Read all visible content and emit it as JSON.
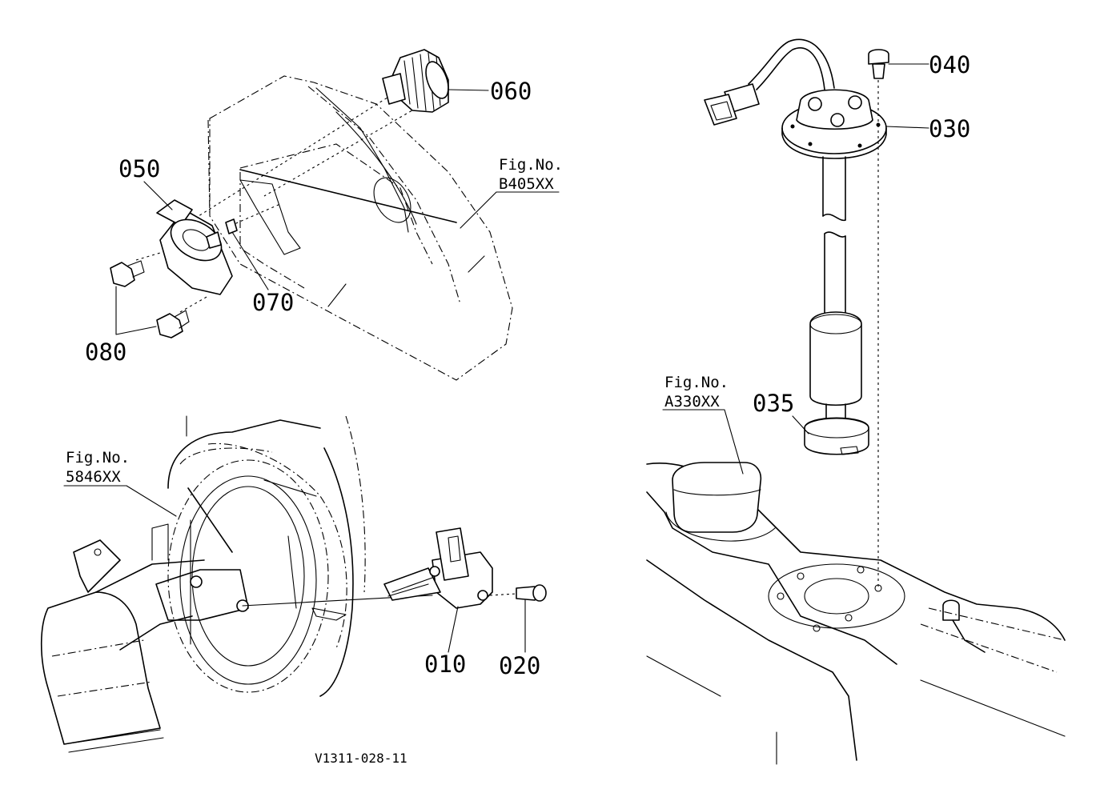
{
  "parts": {
    "p010": "010",
    "p020": "020",
    "p030": "030",
    "p035": "035",
    "p040": "040",
    "p050": "050",
    "p060": "060",
    "p070": "070",
    "p080": "080"
  },
  "figure_refs": {
    "b405": {
      "label": "Fig.No.",
      "code": "B405XX"
    },
    "f5846": {
      "label": "Fig.No.",
      "code": "5846XX"
    },
    "a330": {
      "label": "Fig.No.",
      "code": "A330XX"
    }
  },
  "drawing_code": "V1311-028-11"
}
